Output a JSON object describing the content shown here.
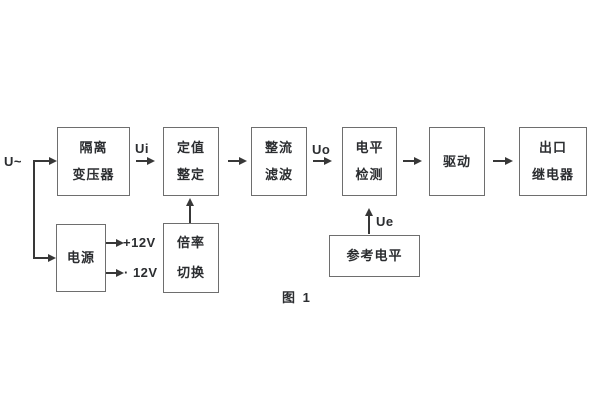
{
  "figure": {
    "caption": "图 1"
  },
  "signals": {
    "input": "U~",
    "ui": "Ui",
    "uo": "Uo",
    "ue": "Ue",
    "plus12v": "+12V",
    "minus12v": "· 12V"
  },
  "blocks": {
    "isolation_transformer": {
      "line1": "隔离",
      "line2": "变压器"
    },
    "setting": {
      "line1": "定值",
      "line2": "整定"
    },
    "rectifier_filter": {
      "line1": "整流",
      "line2": "滤波"
    },
    "level_detection": {
      "line1": "电平",
      "line2": "检测"
    },
    "drive": {
      "label": "驱动"
    },
    "output_relay": {
      "line1": "出口",
      "line2": "继电器"
    },
    "power_supply": {
      "label": "电源"
    },
    "ratio_switch": {
      "line1": "倍率",
      "line2": "切换"
    },
    "reference_level": {
      "label": "参考电平"
    }
  },
  "colors": {
    "line": "#383838",
    "border": "#6e6e6e",
    "text": "#2b2d30",
    "background": "#ffffff"
  }
}
